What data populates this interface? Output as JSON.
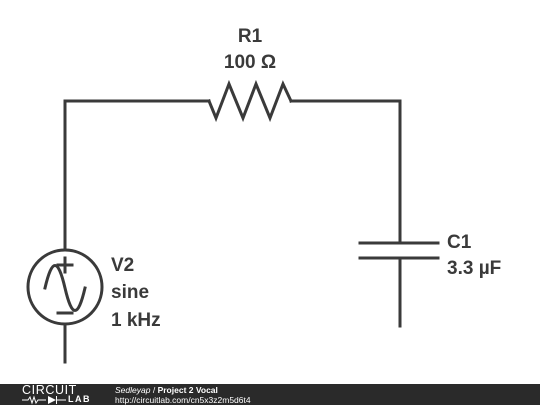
{
  "schematic": {
    "resistor": {
      "name": "R1",
      "value": "100 Ω"
    },
    "capacitor": {
      "name": "C1",
      "value": "3.3 µF"
    },
    "source": {
      "name": "V2",
      "type": "sine",
      "frequency": "1 kHz"
    },
    "wire_color": "#3a3a3a"
  },
  "footer": {
    "logo_top": "CIRCUIT",
    "logo_bottom": "LAB",
    "author": "Sedleyap",
    "separator": "/",
    "project": "Project 2 Vocal",
    "url": "http://circuitlab.com/cn5x3z2m5d6t4",
    "background": "#2a2a2a"
  }
}
